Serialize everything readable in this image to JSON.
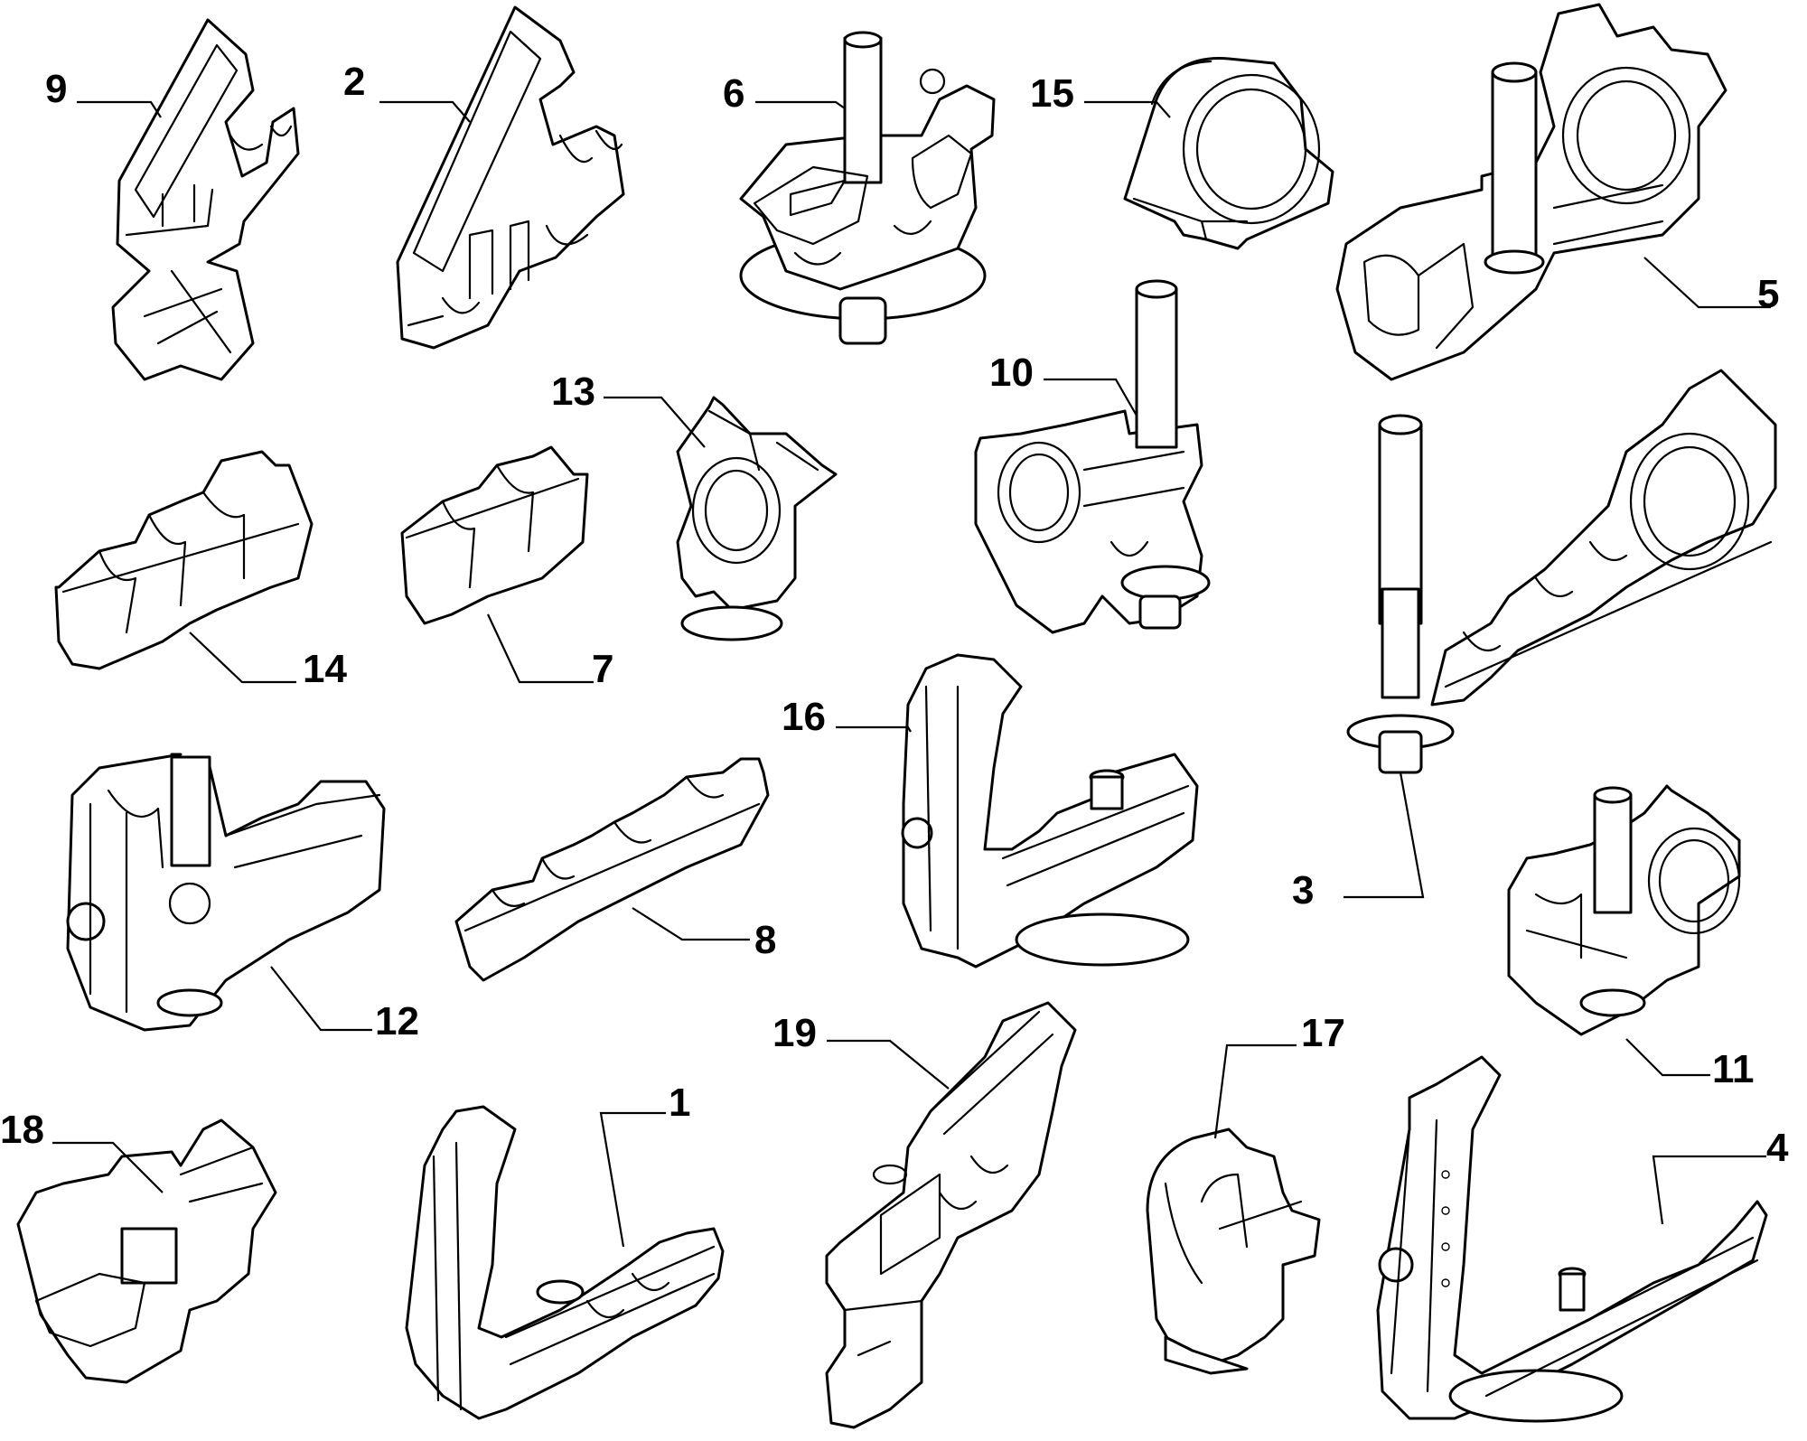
{
  "callouts": [
    {
      "id": "1",
      "text": "1"
    },
    {
      "id": "2",
      "text": "2"
    },
    {
      "id": "3",
      "text": "3"
    },
    {
      "id": "4",
      "text": "4"
    },
    {
      "id": "5",
      "text": "5"
    },
    {
      "id": "6",
      "text": "6"
    },
    {
      "id": "7",
      "text": "7"
    },
    {
      "id": "8",
      "text": "8"
    },
    {
      "id": "9",
      "text": "9"
    },
    {
      "id": "10",
      "text": "10"
    },
    {
      "id": "11",
      "text": "11"
    },
    {
      "id": "12",
      "text": "12"
    },
    {
      "id": "13",
      "text": "13"
    },
    {
      "id": "14",
      "text": "14"
    },
    {
      "id": "15",
      "text": "15"
    },
    {
      "id": "16",
      "text": "16"
    },
    {
      "id": "17",
      "text": "17"
    },
    {
      "id": "18",
      "text": "18"
    },
    {
      "id": "19",
      "text": "19"
    }
  ],
  "colors": {
    "line": "#000000",
    "background": "#ffffff"
  }
}
